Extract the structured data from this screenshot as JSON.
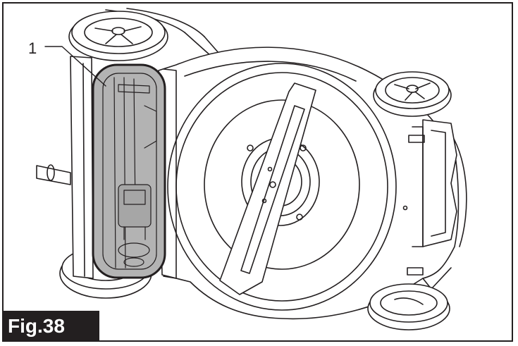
{
  "figure": {
    "label": "Fig.38",
    "callouts": [
      {
        "number": "1",
        "target": "highlighted-height-adjustment-area"
      }
    ],
    "colors": {
      "line": "#231f20",
      "highlight_fill": "#b3b3b3",
      "label_background": "#231f20",
      "label_text": "#ffffff"
    }
  }
}
